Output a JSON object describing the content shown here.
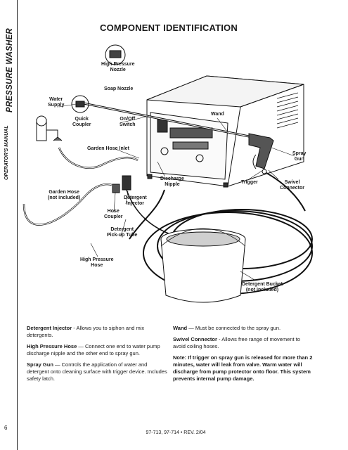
{
  "sidebar": {
    "section_title": "PRESSURE WASHER",
    "manual_label": "OPERATOR'S MANUAL"
  },
  "page_title": "COMPONENT IDENTIFICATION",
  "labels": {
    "high_pressure_nozzle": [
      "High Pressure",
      "Nozzle"
    ],
    "soap_nozzle": "Soap Nozzle",
    "water_supply": [
      "Water",
      "Supply"
    ],
    "quick_coupler": [
      "Quick",
      "Coupler"
    ],
    "onoff_switch": [
      "On/Off",
      "Switch"
    ],
    "wand": "Wand",
    "garden_hose_inlet": "Garden Hose Inlet",
    "spray_gun": [
      "Spray",
      "Gun"
    ],
    "trigger": "Trigger",
    "swivel_connector": [
      "Swivel",
      "Connector"
    ],
    "discharge_nipple": [
      "Discharge",
      "Nipple"
    ],
    "garden_hose": [
      "Garden Hose",
      "(not included)"
    ],
    "detergent_injector": [
      "Detergent",
      "Injector"
    ],
    "hose_coupler": [
      "Hose",
      "Coupler"
    ],
    "detergent_pickup": [
      "Detergent",
      "Pick-up Tube"
    ],
    "high_pressure_hose": [
      "High Pressure",
      "Hose"
    ],
    "detergent_bucket": [
      "Detergent Bucket",
      "(not included)"
    ]
  },
  "descriptions": {
    "left": [
      {
        "term": "Detergent Injector",
        "sep": " - ",
        "text": "Allows you to siphon and mix detergents."
      },
      {
        "term": "High Pressure Hose",
        "sep": " — ",
        "text": "Connect one end to water pump discharge nipple and the other end to spray gun."
      },
      {
        "term": "Spray Gun",
        "sep": " — ",
        "text": "Controls the application of water and detergent onto cleaning surface with trigger device. Includes safety latch."
      }
    ],
    "right": [
      {
        "term": "Wand",
        "sep": " — ",
        "text": "Must be connected to the spray gun."
      },
      {
        "term": "Swivel Connector",
        "sep": " - ",
        "text": "Allows free range of movement to avoid coiling hoses."
      }
    ],
    "note_label": "Note",
    "note_text": ": If trigger on spray gun is released for more than 2 minutes, water will leak from valve. Warm water will discharge from pump protector onto floor. This system prevents internal pump damage."
  },
  "footer": "97-713, 97-714  •  REV. 2/04",
  "page_number": "6"
}
